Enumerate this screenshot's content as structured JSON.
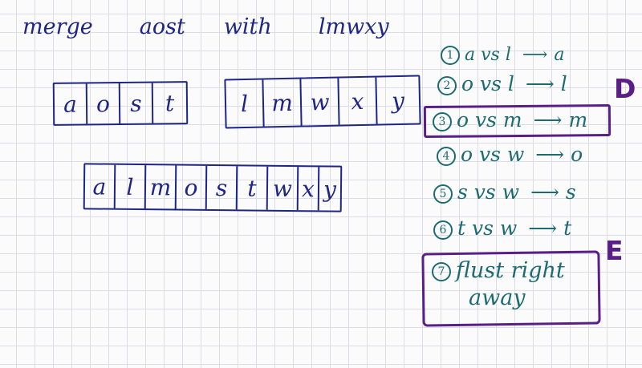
{
  "title": {
    "w1": "merge",
    "w2": "aost",
    "w3": "with",
    "w4": "lmwxy"
  },
  "array1": [
    "a",
    "o",
    "s",
    "t"
  ],
  "array2": [
    "l",
    "m",
    "w",
    "x",
    "y"
  ],
  "merged": [
    "a",
    "l",
    "m",
    "o",
    "s",
    "t",
    "w",
    "x",
    "y"
  ],
  "steps": [
    {
      "num": "1",
      "text": "a vs l",
      "result": "a"
    },
    {
      "num": "2",
      "text": "o vs l",
      "result": "l"
    },
    {
      "num": "3",
      "text": "o vs m",
      "result": "m"
    },
    {
      "num": "4",
      "text": "o vs w",
      "result": "o"
    },
    {
      "num": "5",
      "text": "s vs w",
      "result": "s"
    },
    {
      "num": "6",
      "text": "t vs w",
      "result": "t"
    },
    {
      "num": "7",
      "line1": "flust right",
      "line2": "away"
    }
  ],
  "labels": {
    "d": "D",
    "e": "E"
  },
  "colors": {
    "ink": "#1f2585",
    "teal": "#1d6b72",
    "highlight": "#5a1f86",
    "grid": "#dcdde6"
  }
}
